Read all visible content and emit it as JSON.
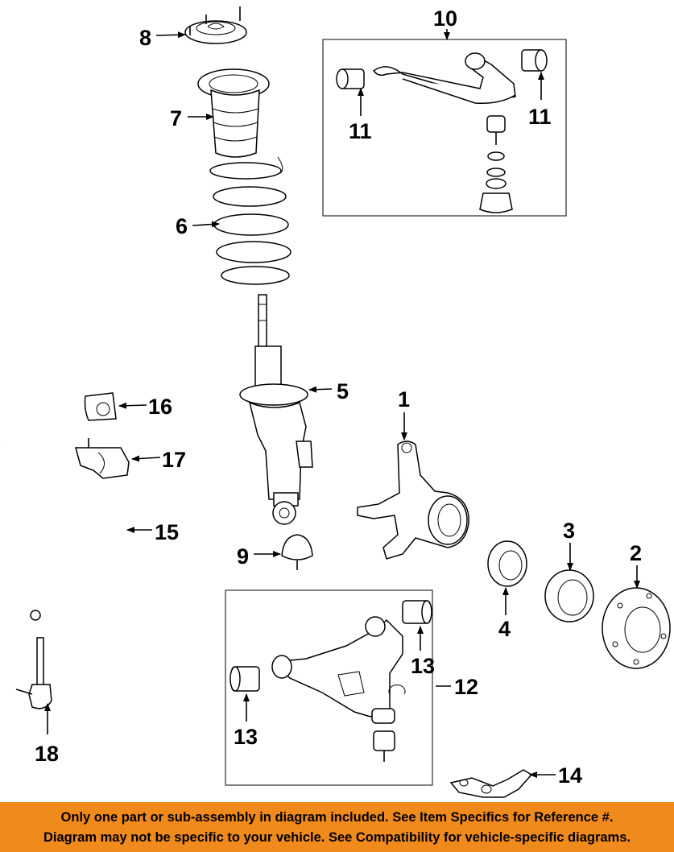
{
  "callouts": {
    "c1": "1",
    "c2": "2",
    "c3": "3",
    "c4": "4",
    "c5": "5",
    "c6": "6",
    "c7": "7",
    "c8": "8",
    "c9": "9",
    "c10": "10",
    "c11a": "11",
    "c11b": "11",
    "c12": "12",
    "c13a": "13",
    "c13b": "13",
    "c14": "14",
    "c15": "15",
    "c16": "16",
    "c17": "17",
    "c18": "18"
  },
  "footer": {
    "line1": "Only one part or sub-assembly in diagram included. See Item Specifics for Reference #.",
    "line2": "Diagram may not be specific to your vehicle. See Compatibility for vehicle-specific diagrams."
  },
  "colors": {
    "banner": "#f08a1c",
    "ink": "#000000",
    "paper": "#ffffff"
  }
}
